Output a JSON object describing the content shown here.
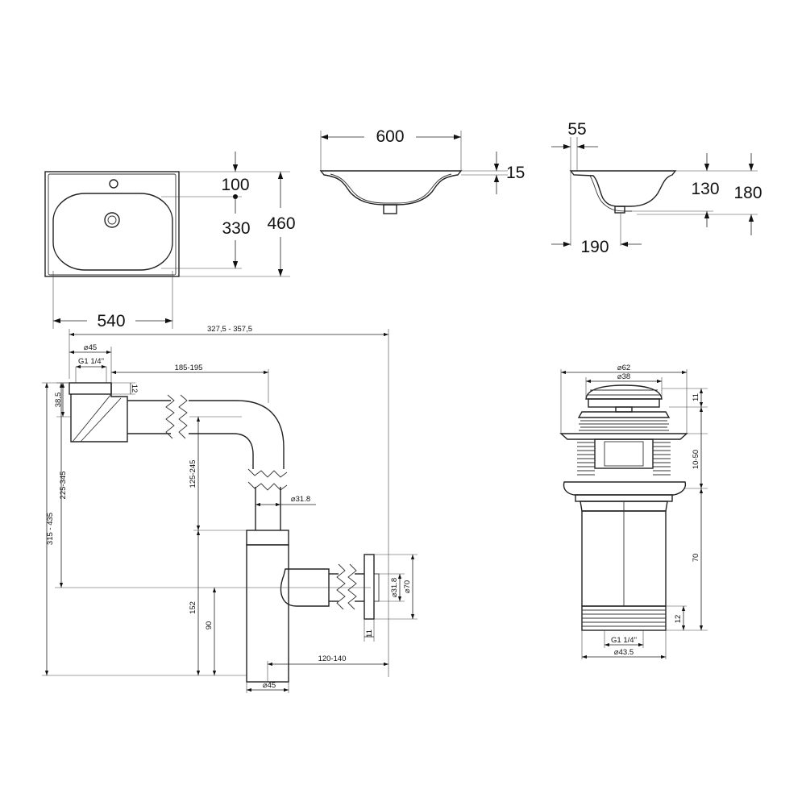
{
  "basin_top_view": {
    "dims": {
      "width": "540",
      "depth": "460",
      "tap_hole_offset": "100",
      "bowl_depth": "330"
    }
  },
  "basin_front_view": {
    "dims": {
      "width": "600",
      "rim_thickness": "15"
    }
  },
  "basin_side_view": {
    "dims": {
      "rim_offset": "55",
      "drain_depth": "130",
      "height": "180",
      "drain_distance": "190"
    }
  },
  "siphon": {
    "dims": {
      "overall_length": "327,5 - 357,5",
      "inlet_diameter": "⌀45",
      "inlet_thread": "G1 1/4\"",
      "inlet_height": "38,5",
      "nut_height": "12",
      "horizontal_run": "185-195",
      "vertical_drop": "125-245",
      "total_height": "315 - 435",
      "inlet_to_outlet": "225-345",
      "tube_diameter": "⌀31.8",
      "body_height": "152",
      "outlet_height": "90",
      "outlet_length": "120-140",
      "body_diameter": "⌀45",
      "outlet_pipe_diameter": "⌀31.8",
      "wall_flange_diameter": "⌀70",
      "flange_thickness": "11"
    }
  },
  "drain_valve": {
    "dims": {
      "flange_diameter": "⌀62",
      "cap_diameter": "⌀38",
      "cap_height": "11",
      "clamp_range": "10-50",
      "body_length": "70",
      "thread_length": "12",
      "thread": "G1 1/4\"",
      "outer_diameter": "⌀43.5"
    }
  }
}
